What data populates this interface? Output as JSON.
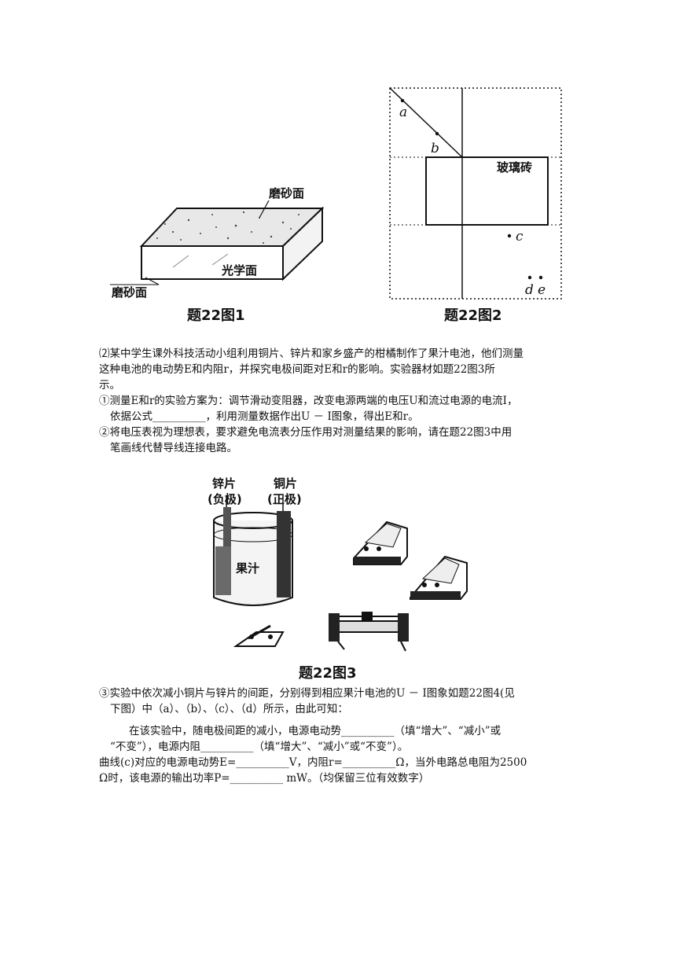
{
  "figure1": {
    "label_top": "磨砂面",
    "label_front": "光学面",
    "label_bottom": "磨砂面",
    "caption": "题22图1"
  },
  "figure2": {
    "point_a": "a",
    "point_b": "b",
    "label_glass": "玻璃砖",
    "point_c": "c",
    "point_d": "d",
    "point_e": "e",
    "caption": "题22图2"
  },
  "paragraph1": {
    "line1": "⑵某中学生课外科技活动小组利用铜片、锌片和家乡盛产的柑橘制作了果汁电池，他们测量",
    "line2": "这种电池的电动势E和内阻r，并探究电极间距对E和r的影响。实验器材如题22图3所",
    "line3": "示。",
    "item1_line1": "①测量E和r的实验方案为：调节滑动变阻器，改变电源两端的电压U和流过电源的电流I，",
    "item1_line2": "依据公式__________，利用测量数据作出U － I图象，得出E和r。",
    "item2_line1": "②将电压表视为理想表，要求避免电流表分压作用对测量结果的影响，请在题22图3中用",
    "item2_line2": "笔画线代替导线连接电路。"
  },
  "figure3": {
    "zinc_label": "锌片",
    "zinc_sub": "(负极)",
    "copper_label": "铜片",
    "copper_sub": "(正极)",
    "juice_label": "果汁",
    "caption": "题22图3"
  },
  "paragraph2": {
    "item3_line1": "③实验中依次减小铜片与锌片的间距，分别得到相应果汁电池的U － I图象如题22图4(见",
    "item3_line2": "下图）中（a）、（b）、（c）、（d）所示，由此可知：",
    "line3": "在该实验中，随电极间距的减小，电源电动势__________（填“增大”、“减小”或",
    "line4": "“不变”），电源内阻__________（填“增大”、“减小”或“不变”）。",
    "line5": "曲线(c)对应的电源电动势E=__________V，内阻r=__________Ω，当外电路总电阻为2500",
    "line6": "Ω时，该电源的输出功率P=__________ mW。（均保留三位有效数字）"
  }
}
